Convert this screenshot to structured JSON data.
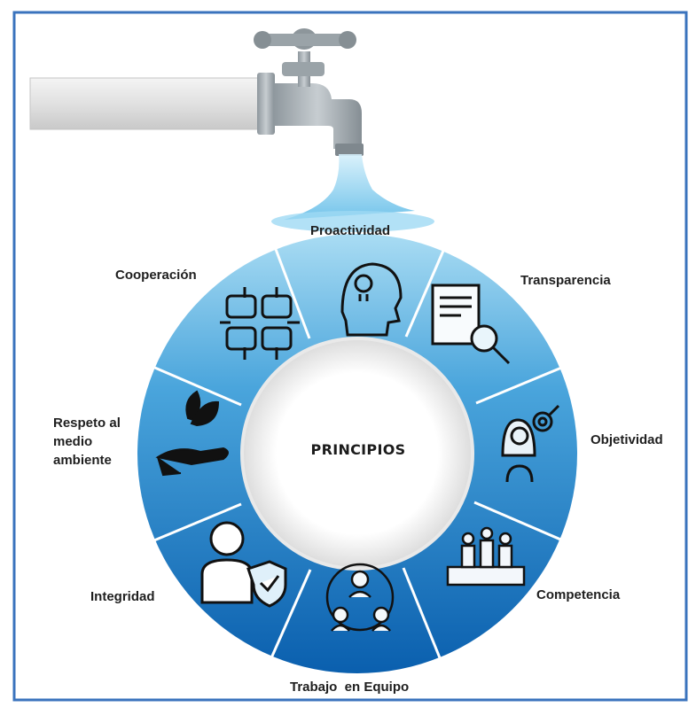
{
  "diagram": {
    "center_label": "PRINCIPIOS",
    "segments": [
      {
        "label": "Proactividad",
        "icon": "head-lightbulb-icon"
      },
      {
        "label": "Transparencia",
        "icon": "document-magnifier-icon"
      },
      {
        "label": "Objetividad",
        "icon": "person-target-icon"
      },
      {
        "label": "Competencia",
        "icon": "podium-people-icon"
      },
      {
        "label": "Trabajo  en Equipo",
        "icon": "team-circle-icon"
      },
      {
        "label": "Integridad",
        "icon": "person-shield-icon"
      },
      {
        "label_lines": [
          "Respeto al",
          "medio",
          "ambiente"
        ],
        "icon": "hand-plant-icon"
      },
      {
        "label": "Cooperación",
        "icon": "joined-hands-icon"
      }
    ]
  },
  "colors": {
    "ring_light": "#9fd3ee",
    "ring_mid": "#3f9bd6",
    "ring_dark": "#0d66b4",
    "water": "#7cc9ee",
    "frame": "#2f6fc0"
  }
}
